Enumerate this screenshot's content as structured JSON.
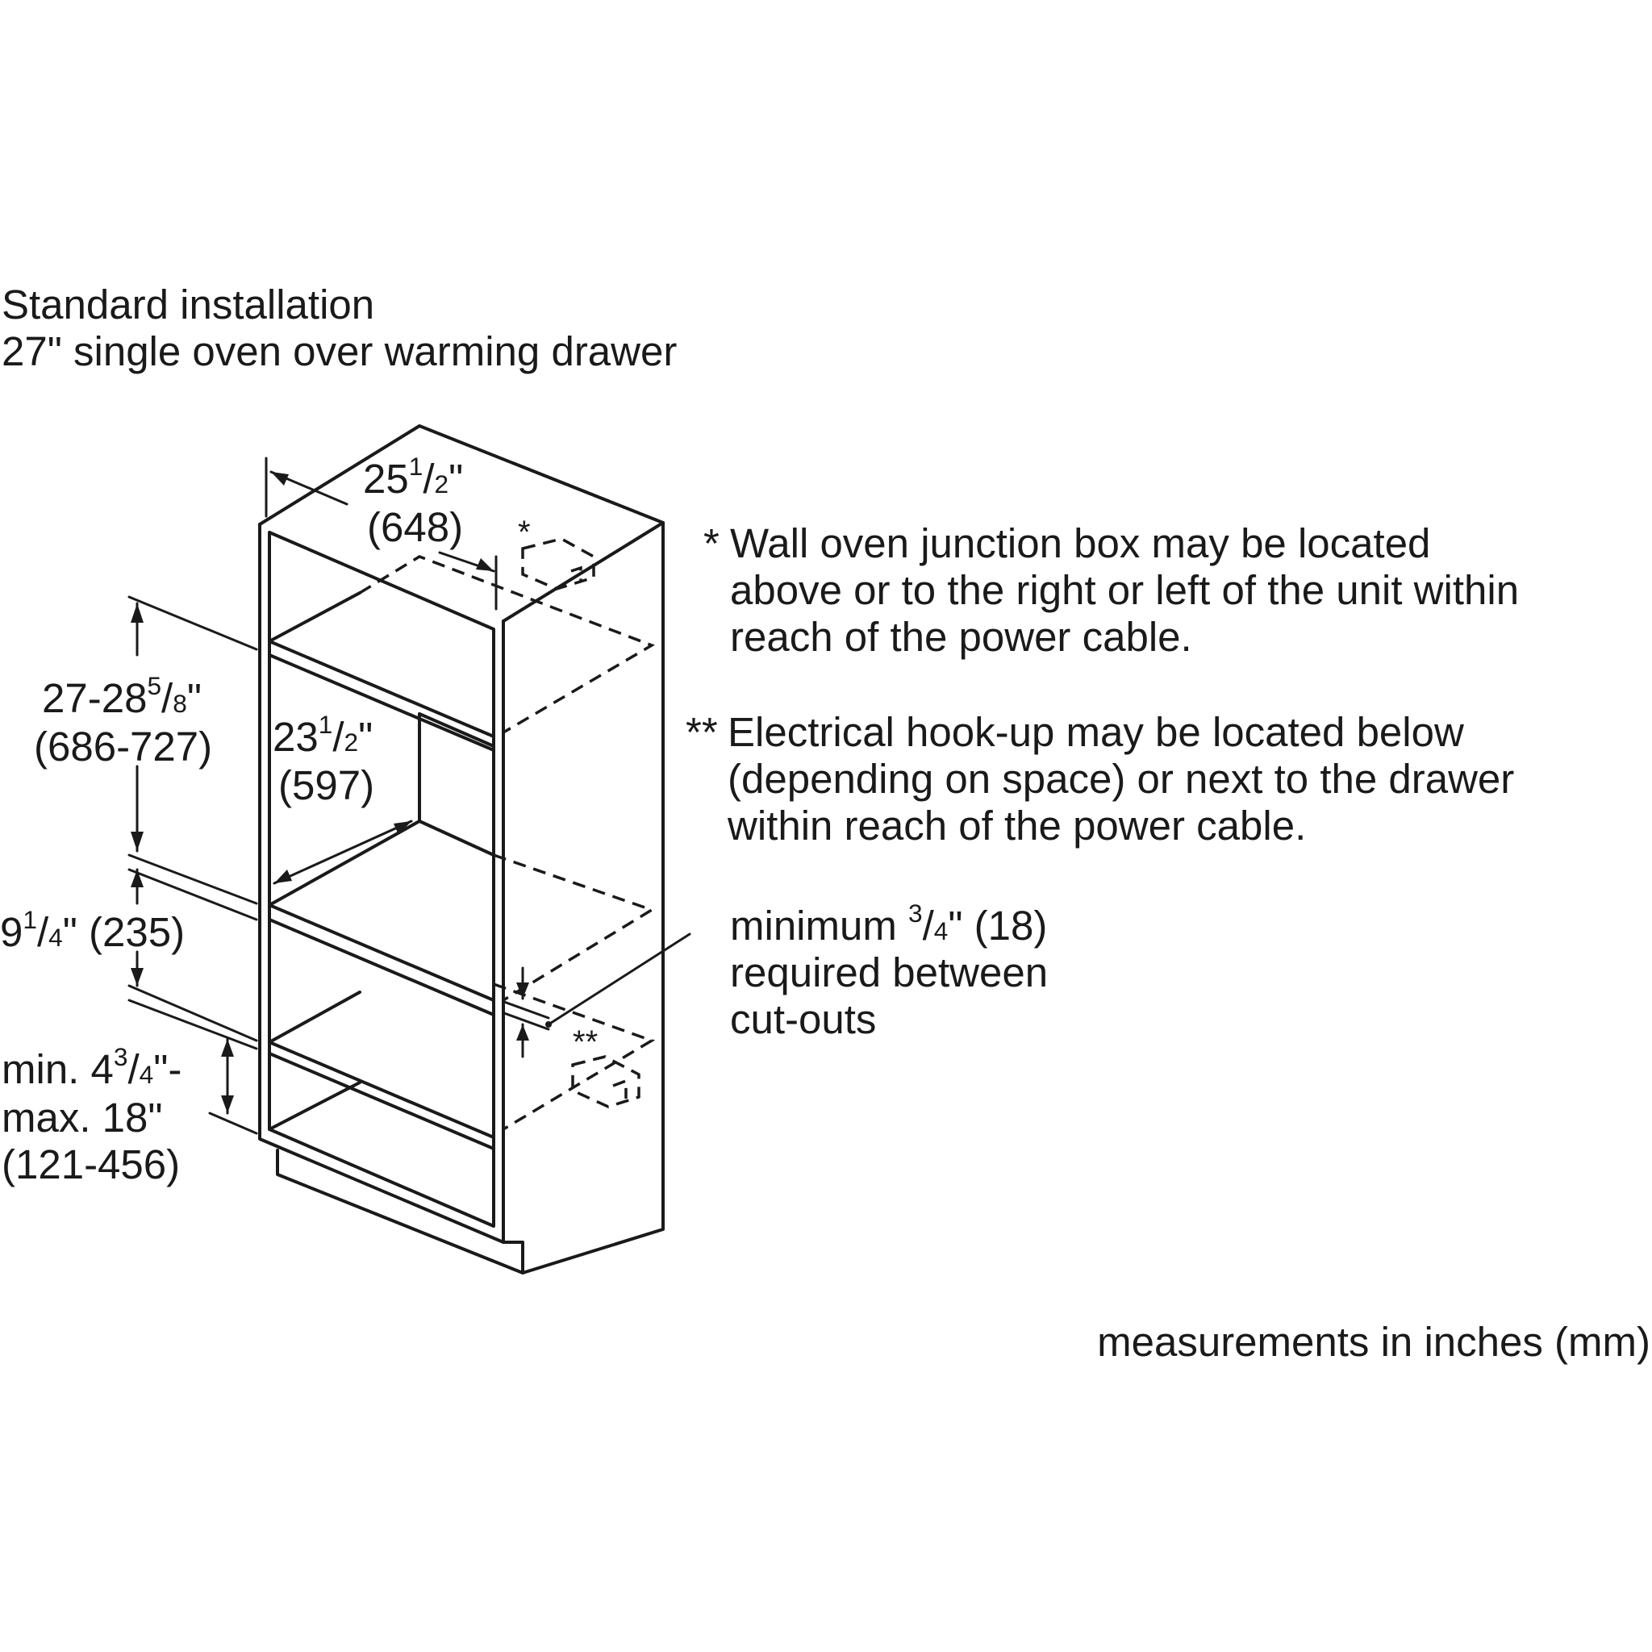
{
  "title": {
    "line1": "Standard installation",
    "line2": "27\" single oven over warming drawer"
  },
  "dimensions": {
    "depth": {
      "whole": "25",
      "num": "1",
      "den": "2",
      "unit": "\"",
      "mm": "(648)"
    },
    "height": {
      "whole": "27-28",
      "num": "5",
      "den": "8",
      "unit": "\"",
      "mm": "(686-727)"
    },
    "inner_depth": {
      "whole": "23",
      "num": "1",
      "den": "2",
      "unit": "\"",
      "mm": "(597)"
    },
    "drawer": {
      "whole": "9",
      "num": "1",
      "den": "4",
      "unit": "\"",
      "mm": "(235)"
    },
    "bottom": {
      "prefix": "min. 4",
      "num": "3",
      "den": "4",
      "suffix": "\"-",
      "line2": "max. 18\"",
      "mm": "(121-456)"
    }
  },
  "notes": {
    "junction_box": {
      "marker": "*",
      "line1": "Wall oven junction box may be located",
      "line2": "above or to the right or left of the unit within",
      "line3": "reach of the power cable."
    },
    "electrical": {
      "marker": "**",
      "line1": "Electrical hook-up may be located below",
      "line2": "(depending on space) or next to the drawer",
      "line3": "within reach of the power cable."
    },
    "cutouts": {
      "prefix": "minimum ",
      "num": "3",
      "den": "4",
      "suffix": "\" (18)",
      "line2": "required between",
      "line3": "cut-outs"
    }
  },
  "diagram_markers": {
    "single": "*",
    "double": "**"
  },
  "footer": "measurements in inches (mm)"
}
